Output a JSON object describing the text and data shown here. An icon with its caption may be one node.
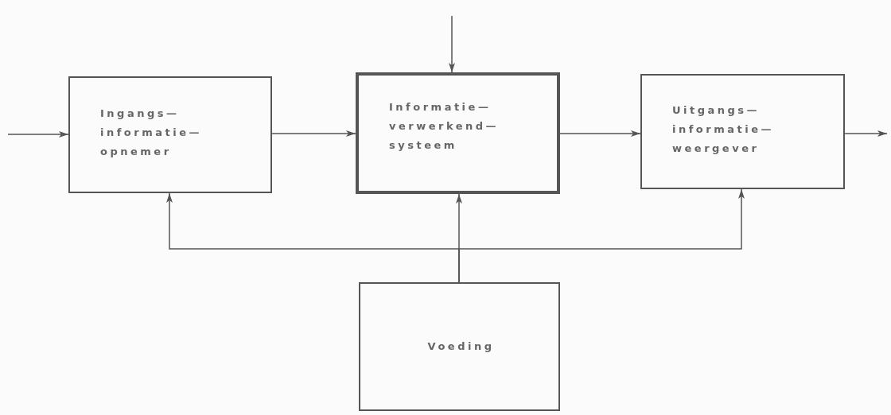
{
  "diagram": {
    "nodes": [
      {
        "text": [
          "Ingangs— informatie— opnemer"
        ]
      },
      {
        "text": [
          "Informatie— verwerkend— systeem"
        ]
      },
      {
        "text": [
          "Uitgangs— informatie— weergever"
        ]
      },
      {
        "text": [
          "Voeding"
        ]
      }
    ],
    "edges": [
      {
        "from": null,
        "to": 0,
        "arrow": "to"
      },
      {
        "from": 0,
        "to": 1,
        "arrow": "to"
      },
      {
        "from": 1,
        "to": 2,
        "arrow": "to"
      },
      {
        "from": 2,
        "to": null,
        "arrow": "to"
      },
      {
        "from": null,
        "to": 1,
        "arrow": "to"
      },
      {
        "from": 3,
        "to": 0,
        "arrow": "to"
      },
      {
        "from": 3,
        "to": 1,
        "arrow": "to"
      },
      {
        "from": 3,
        "to": 2,
        "arrow": "to"
      }
    ]
  }
}
